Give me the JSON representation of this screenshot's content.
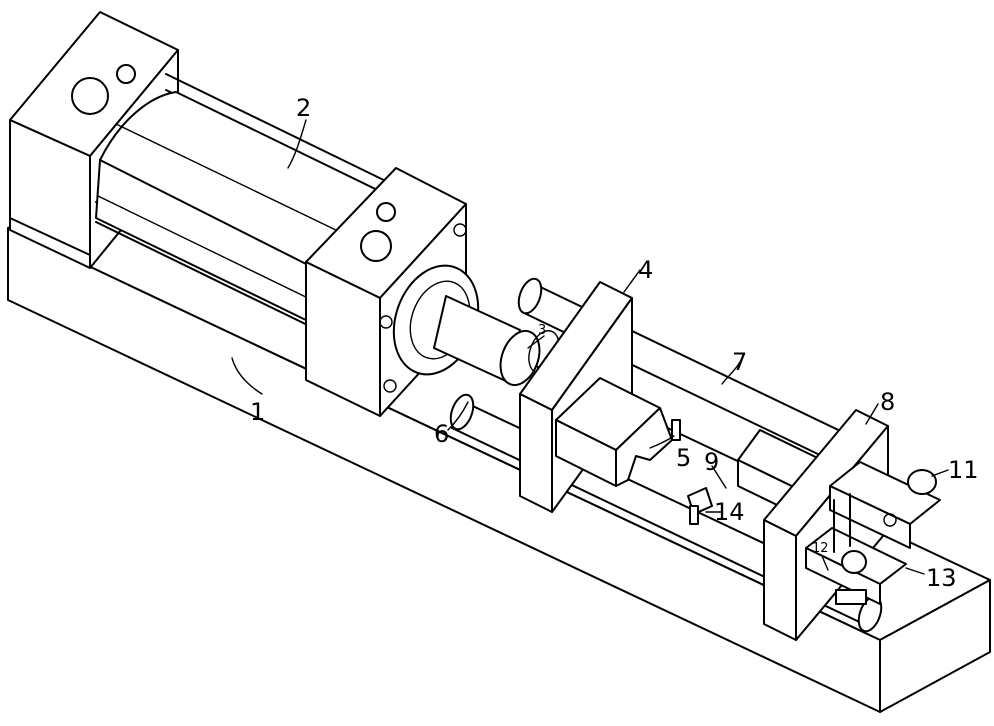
{
  "labels": {
    "base": "1",
    "cylinder": "2",
    "piston_rod": "3",
    "moving_plate": "4",
    "slider_block": "5",
    "guide_rod_lower": "6",
    "guide_rod": "7",
    "end_plate": "8",
    "mount_block": "9",
    "roller_upper": "11",
    "clamp_arm": "12",
    "roller_lower": "13",
    "latch": "14"
  }
}
